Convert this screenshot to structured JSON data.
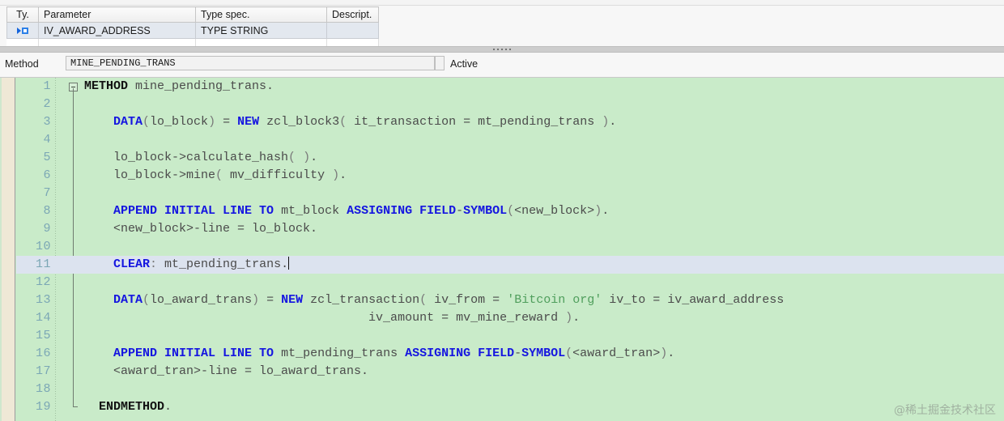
{
  "param_table": {
    "columns": [
      "Ty.",
      "Parameter",
      "Type spec.",
      "Descript."
    ],
    "rows": [
      {
        "type_icon": "importing-parameter-icon",
        "parameter": "IV_AWARD_ADDRESS",
        "type_spec": "TYPE STRING",
        "description": ""
      }
    ]
  },
  "method_bar": {
    "label": "Method",
    "name": "MINE_PENDING_TRANS",
    "status": "Active"
  },
  "editor": {
    "fold_icon": "collapse-minus-icon",
    "current_line": 11,
    "watermark": "@稀土掘金技术社区",
    "lines": [
      {
        "n": "1",
        "tokens": [
          {
            "t": "kb",
            "v": "METHOD"
          },
          {
            "t": "",
            "v": " mine_pending_trans."
          }
        ]
      },
      {
        "n": "2",
        "tokens": []
      },
      {
        "n": "3",
        "tokens": [
          {
            "t": "",
            "v": "    "
          },
          {
            "t": "k",
            "v": "DATA"
          },
          {
            "t": "p",
            "v": "("
          },
          {
            "t": "",
            "v": "lo_block"
          },
          {
            "t": "p",
            "v": ")"
          },
          {
            "t": "",
            "v": " = "
          },
          {
            "t": "k",
            "v": "NEW"
          },
          {
            "t": "",
            "v": " zcl_block3"
          },
          {
            "t": "p",
            "v": "("
          },
          {
            "t": "",
            "v": " it_transaction = mt_pending_trans "
          },
          {
            "t": "p",
            "v": ")"
          },
          {
            "t": "",
            "v": "."
          }
        ]
      },
      {
        "n": "4",
        "tokens": []
      },
      {
        "n": "5",
        "tokens": [
          {
            "t": "",
            "v": "    lo_block->calculate_hash"
          },
          {
            "t": "p",
            "v": "("
          },
          {
            "t": "",
            "v": " "
          },
          {
            "t": "p",
            "v": ")"
          },
          {
            "t": "",
            "v": "."
          }
        ]
      },
      {
        "n": "6",
        "tokens": [
          {
            "t": "",
            "v": "    lo_block->mine"
          },
          {
            "t": "p",
            "v": "("
          },
          {
            "t": "",
            "v": " mv_difficulty "
          },
          {
            "t": "p",
            "v": ")"
          },
          {
            "t": "",
            "v": "."
          }
        ]
      },
      {
        "n": "7",
        "tokens": []
      },
      {
        "n": "8",
        "tokens": [
          {
            "t": "",
            "v": "    "
          },
          {
            "t": "k",
            "v": "APPEND INITIAL LINE TO"
          },
          {
            "t": "",
            "v": " mt_block "
          },
          {
            "t": "k",
            "v": "ASSIGNING FIELD"
          },
          {
            "t": "",
            "v": "-"
          },
          {
            "t": "k",
            "v": "SYMBOL"
          },
          {
            "t": "p",
            "v": "("
          },
          {
            "t": "",
            "v": "<new_block>"
          },
          {
            "t": "p",
            "v": ")"
          },
          {
            "t": "",
            "v": "."
          }
        ]
      },
      {
        "n": "9",
        "tokens": [
          {
            "t": "",
            "v": "    <new_block>-line = lo_block."
          }
        ]
      },
      {
        "n": "10",
        "tokens": []
      },
      {
        "n": "11",
        "tokens": [
          {
            "t": "",
            "v": "    "
          },
          {
            "t": "k",
            "v": "CLEAR"
          },
          {
            "t": "p",
            "v": ":"
          },
          {
            "t": "",
            "v": " mt_pending_trans."
          }
        ],
        "cursor": true
      },
      {
        "n": "12",
        "tokens": []
      },
      {
        "n": "13",
        "tokens": [
          {
            "t": "",
            "v": "    "
          },
          {
            "t": "k",
            "v": "DATA"
          },
          {
            "t": "p",
            "v": "("
          },
          {
            "t": "",
            "v": "lo_award_trans"
          },
          {
            "t": "p",
            "v": ")"
          },
          {
            "t": "",
            "v": " = "
          },
          {
            "t": "k",
            "v": "NEW"
          },
          {
            "t": "",
            "v": " zcl_transaction"
          },
          {
            "t": "p",
            "v": "("
          },
          {
            "t": "",
            "v": " iv_from = "
          },
          {
            "t": "s",
            "v": "'Bitcoin org'"
          },
          {
            "t": "",
            "v": " iv_to = iv_award_address"
          }
        ]
      },
      {
        "n": "14",
        "tokens": [
          {
            "t": "",
            "v": "                                       iv_amount = mv_mine_reward "
          },
          {
            "t": "p",
            "v": ")"
          },
          {
            "t": "",
            "v": "."
          }
        ]
      },
      {
        "n": "15",
        "tokens": []
      },
      {
        "n": "16",
        "tokens": [
          {
            "t": "",
            "v": "    "
          },
          {
            "t": "k",
            "v": "APPEND INITIAL LINE TO"
          },
          {
            "t": "",
            "v": " mt_pending_trans "
          },
          {
            "t": "k",
            "v": "ASSIGNING FIELD"
          },
          {
            "t": "",
            "v": "-"
          },
          {
            "t": "k",
            "v": "SYMBOL"
          },
          {
            "t": "p",
            "v": "("
          },
          {
            "t": "",
            "v": "<award_tran>"
          },
          {
            "t": "p",
            "v": ")"
          },
          {
            "t": "",
            "v": "."
          }
        ]
      },
      {
        "n": "17",
        "tokens": [
          {
            "t": "",
            "v": "    <award_tran>-line = lo_award_trans."
          }
        ]
      },
      {
        "n": "18",
        "tokens": []
      },
      {
        "n": "19",
        "tokens": [
          {
            "t": "",
            "v": "  "
          },
          {
            "t": "kb",
            "v": "ENDMETHOD"
          },
          {
            "t": "",
            "v": "."
          }
        ]
      }
    ]
  }
}
